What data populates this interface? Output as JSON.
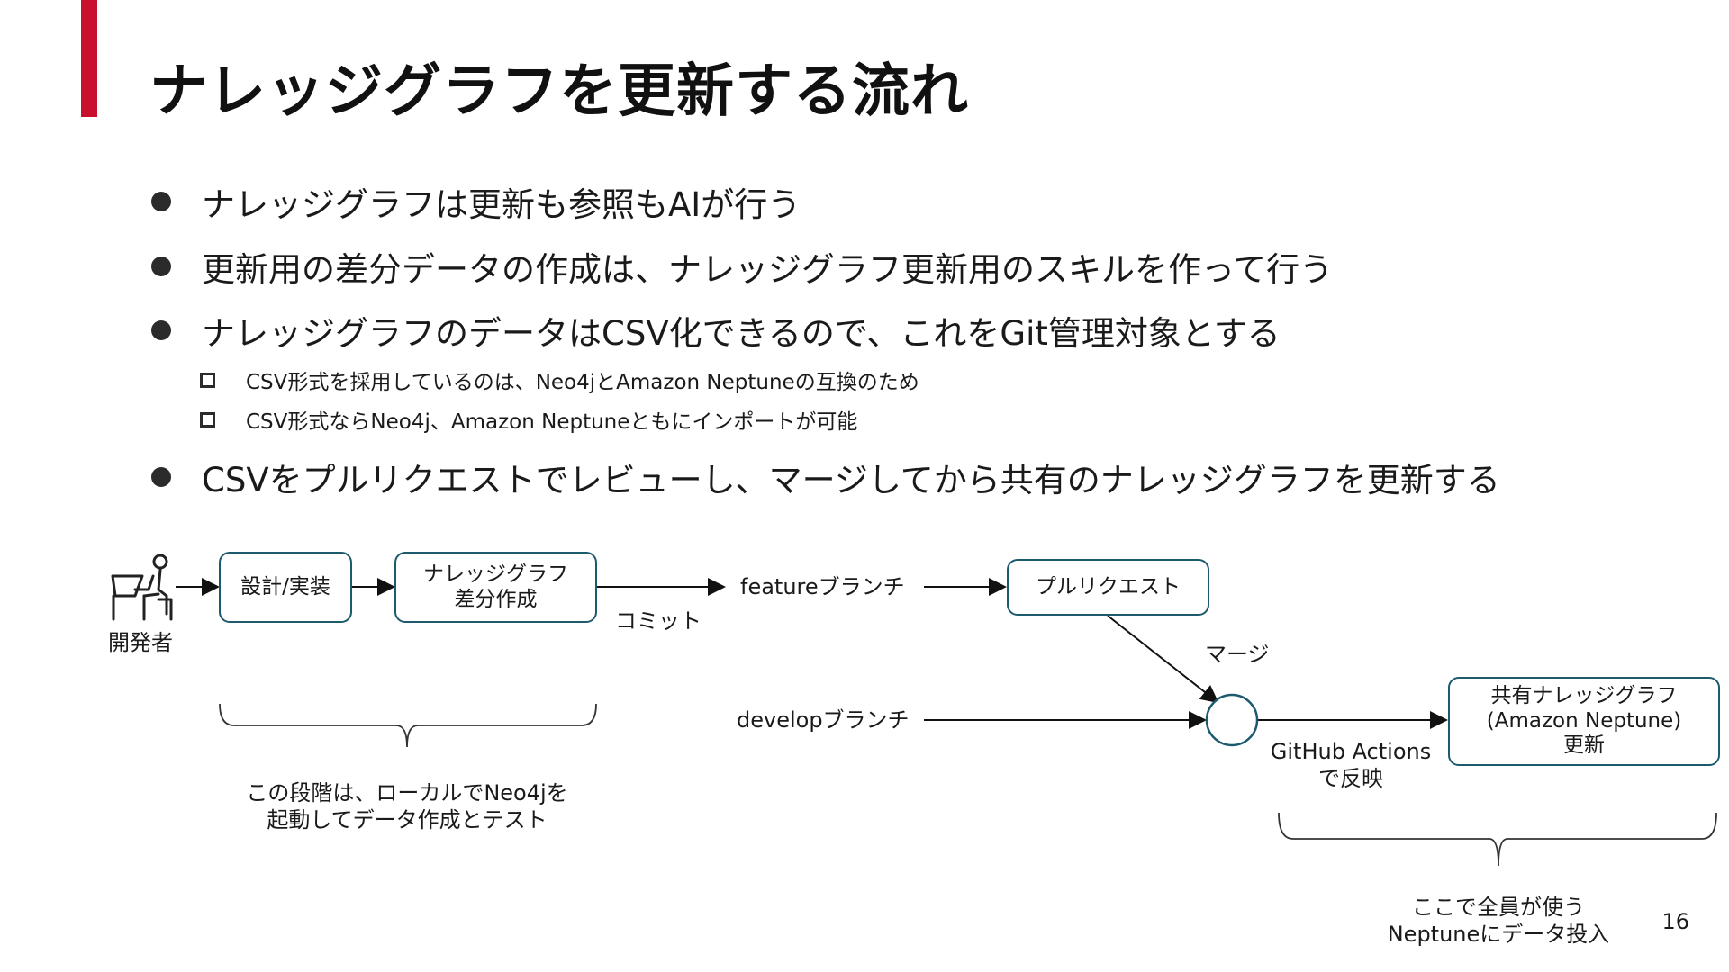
{
  "slide": {
    "title": "ナレッジグラフを更新する流れ",
    "page_number": "16",
    "accent_color": "#c8102e",
    "box_border_color": "#1c5a6e",
    "bullets": [
      "ナレッジグラフは更新も参照もAIが行う",
      "更新用の差分データの作成は、ナレッジグラフ更新用のスキルを作って行う",
      "ナレッジグラフのデータはCSV化できるので、これをGit管理対象とする",
      "CSVをプルリクエストでレビューし、マージしてから共有のナレッジグラフを更新する"
    ],
    "sub_bullets": [
      "CSV形式を採用しているのは、Neo4jとAmazon Neptuneの互換のため",
      "CSV形式ならNeo4j、Amazon Neptuneともにインポートが可能"
    ]
  },
  "diagram": {
    "developer_icon": "developer-at-desk-icon",
    "developer_label": "開発者",
    "design_box": "設計/実装",
    "diff_box_line1": "ナレッジグラフ",
    "diff_box_line2": "差分作成",
    "commit_label": "コミット",
    "feature_branch": "featureブランチ",
    "pull_request_box": "プルリクエスト",
    "merge_label": "マージ",
    "develop_branch": "developブランチ",
    "actions_line1": "GitHub Actions",
    "actions_line2": "で反映",
    "shared_box_line1": "共有ナレッジグラフ",
    "shared_box_line2": "(Amazon Neptune)",
    "shared_box_line3": "更新",
    "local_note_line1": "この段階は、ローカルでNeo4jを",
    "local_note_line2": "起動してデータ作成とテスト",
    "shared_note_line1": "ここで全員が使う",
    "shared_note_line2": "Neptuneにデータ投入"
  }
}
